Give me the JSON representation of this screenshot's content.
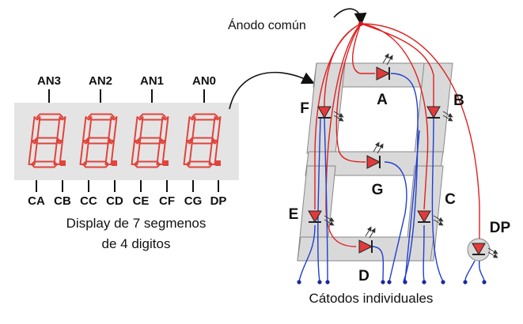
{
  "diagram": {
    "anode_label": "Ánodo común",
    "cathode_label": "Cátodos individuales",
    "display_caption_line1": "Display de 7 segmenos",
    "display_caption_line2": "de 4 digitos",
    "anode_pins": [
      "AN3",
      "AN2",
      "AN1",
      "AN0"
    ],
    "cathode_pins": [
      "CA",
      "CB",
      "CC",
      "CD",
      "CE",
      "CF",
      "CG",
      "DP"
    ],
    "segments": {
      "a": "A",
      "b": "B",
      "c": "C",
      "d": "D",
      "e": "E",
      "f": "F",
      "g": "G",
      "dp": "DP"
    },
    "digit_glyph": "8.",
    "colors": {
      "anode_wire": "#e02020",
      "cathode_wire": "#2040d0",
      "led_fill": "#e23a3a",
      "segment_panel": "#d9d9d9",
      "display_body": "#e4e4e4",
      "display_segment": "#e0443c"
    }
  }
}
